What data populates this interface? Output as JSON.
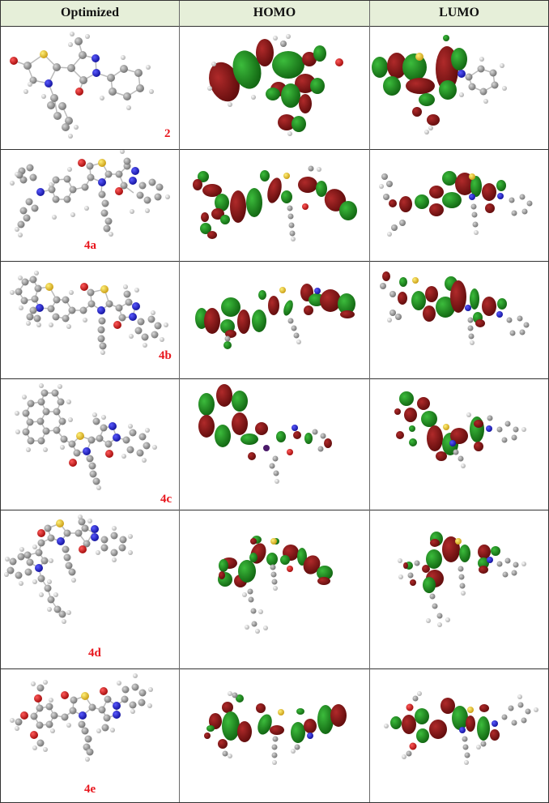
{
  "table": {
    "columns": [
      "Optimized",
      "HOMO",
      "LUMO"
    ],
    "header_bg": "#e6efd9",
    "label_color": "#e8161d",
    "orbital_colors": {
      "positive": "#7f1313",
      "negative": "#1d8a1d"
    },
    "atom_colors": {
      "carbon": "#8c8c8c",
      "hydrogen": "#dcdcdc",
      "nitrogen": "#1a1ac8",
      "oxygen": "#d01010",
      "sulfur": "#e8c41a"
    },
    "rows": [
      {
        "compound": "2",
        "optimized": "optimized-structure-2",
        "homo": "homo-orbital-2",
        "lumo": "lumo-orbital-2"
      },
      {
        "compound": "4a",
        "optimized": "optimized-structure-4a",
        "homo": "homo-orbital-4a",
        "lumo": "lumo-orbital-4a"
      },
      {
        "compound": "4b",
        "optimized": "optimized-structure-4b",
        "homo": "homo-orbital-4b",
        "lumo": "lumo-orbital-4b"
      },
      {
        "compound": "4c",
        "optimized": "optimized-structure-4c",
        "homo": "homo-orbital-4c",
        "lumo": "lumo-orbital-4c"
      },
      {
        "compound": "4d",
        "optimized": "optimized-structure-4d",
        "homo": "homo-orbital-4d",
        "lumo": "lumo-orbital-4d"
      },
      {
        "compound": "4e",
        "optimized": "optimized-structure-4e",
        "homo": "homo-orbital-4e",
        "lumo": "lumo-orbital-4e"
      }
    ]
  }
}
